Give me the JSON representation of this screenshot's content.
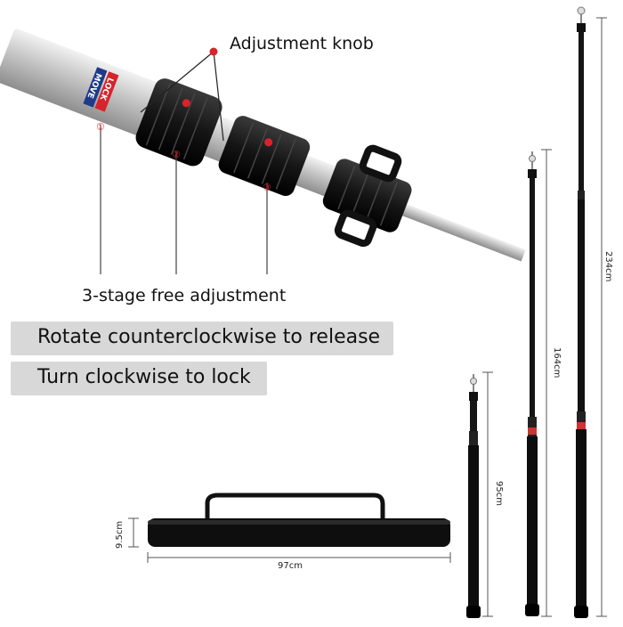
{
  "labels": {
    "adjustment_knob": "Adjustment knob",
    "stage_adjustment": "3-stage free adjustment",
    "rotate_release": "Rotate counterclockwise to release",
    "turn_lock": "Turn clockwise to lock",
    "stage_1": "①",
    "stage_2": "②",
    "stage_3": "③"
  },
  "tube_labels": {
    "lock": "LOCK",
    "move": "MOVE"
  },
  "dimensions": {
    "pole_large": "234cm",
    "pole_medium": "164cm",
    "pole_small": "95cm",
    "bag_length": "97cm",
    "bag_height": "9.5cm"
  },
  "colors": {
    "marker_red": "#d8232a",
    "banner_gray": "#d8d8d8",
    "pole_black": "#111111",
    "tube_silver": "#c9c9c9"
  }
}
